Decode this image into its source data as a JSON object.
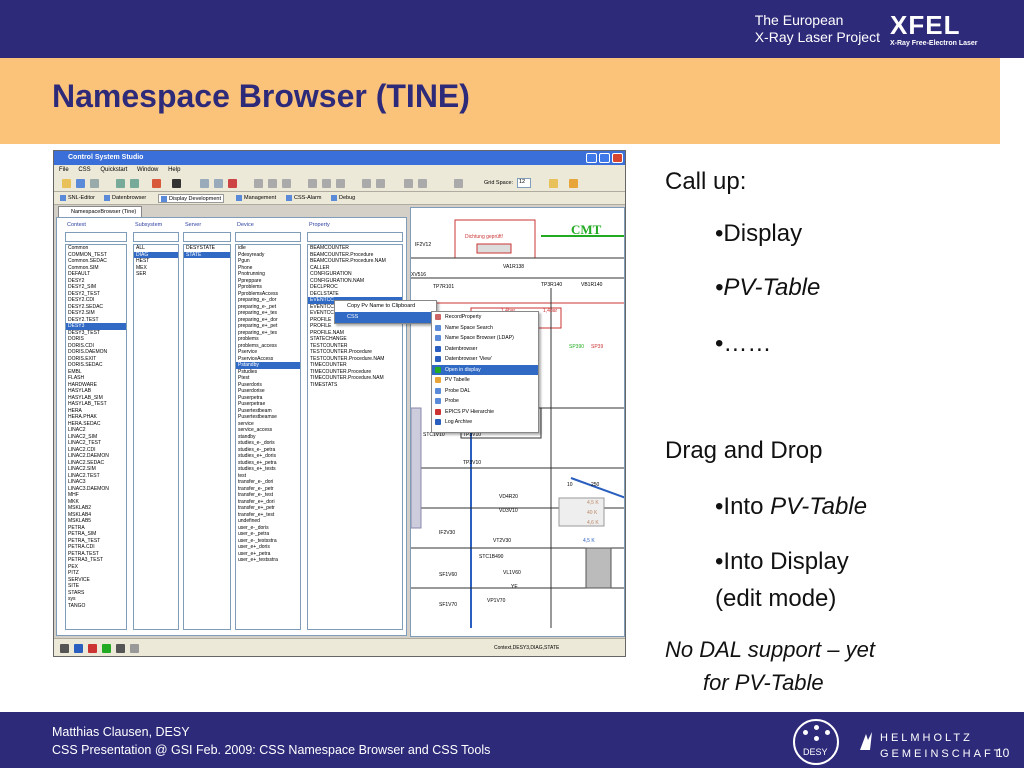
{
  "header": {
    "org_line1": "The European",
    "org_line2": "X-Ray Laser Project",
    "logo_word": "XFEL",
    "logo_sub": "X-Ray Free-Electron Laser",
    "brand_color": "#2e2a7a",
    "title_band_color": "#fbc27a"
  },
  "slide": {
    "title": "Namespace Browser (TINE)"
  },
  "body": {
    "call_up": "Call up:",
    "bullet_display": "•Display",
    "bullet_pv_table": "•PV-Table",
    "bullet_more": "•……",
    "drag_drop": "Drag and Drop",
    "into_prefix": "•Into ",
    "into_pv_table": "PV-Table",
    "into_display": "•Into Display",
    "edit_mode": "(edit mode)",
    "note_line1": "No DAL support – yet",
    "note_line2": "for PV-Table"
  },
  "footer": {
    "author": "Matthias Clausen, DESY",
    "event": "CSS Presentation @ GSI Feb. 2009: CSS Namespace Browser and CSS Tools",
    "desy_label": "DESY",
    "helmholtz_line1": "HELMHOLTZ",
    "helmholtz_line2": "GEMEINSCHAFT",
    "page_number": "10"
  },
  "screenshot": {
    "window_title": "Control System Studio",
    "menu": [
      "File",
      "CSS",
      "Quickstart",
      "Window",
      "Help"
    ],
    "grid_space_label": "Grid Space:",
    "grid_space_value": "12",
    "perspectives": [
      "SNL-Editor",
      "Datenbrowser",
      "Display Development",
      "Management",
      "CSS-Alarm",
      "Debug"
    ],
    "view_tab": "NamespaceBrowser (Tine)",
    "columns": [
      "Context",
      "Subsystem",
      "Server",
      "Device",
      "Property"
    ],
    "contexts": [
      "Common",
      "COMMON_TEST",
      "Common.SEDAC",
      "Common.SIM",
      "DEFAULT",
      "DESY2",
      "DESY2_SIM",
      "DESY2_TEST",
      "DESY2.CDI",
      "DESY2.SEDAC",
      "DESY2.SIM",
      "DESY2.TEST",
      "DESY3",
      "DESY3_TEST",
      "DORIS",
      "DORIS.CDI",
      "DORIS.DAEMON",
      "DORIS.EXIT",
      "DORIS.SEDAC",
      "EMBL",
      "FLASH",
      "HARDWARE",
      "HASYLAB",
      "HASYLAB_SIM",
      "HASYLAB_TEST",
      "HERA",
      "HERA.PHAK",
      "HERA.SEDAC",
      "LINAC2",
      "LINAC2_SIM",
      "LINAC2_TEST",
      "LINAC2.CDI",
      "LINAC2.DAEMON",
      "LINAC2.SEDAC",
      "LINAC2.SIM",
      "LINAC2.TEST",
      "LINAC3",
      "LINAC3.DAEMON",
      "MHF",
      "MKK",
      "MSKLAB2",
      "MSKLAB4",
      "MSKLAB5",
      "PETRA",
      "PETRA_SIM",
      "PETRA_TEST",
      "PETRA.CDI",
      "PETRA.TEST",
      "PETRA3_TEST",
      "PEX",
      "PITZ",
      "SERVICE",
      "SITE",
      "STARS",
      "sys",
      "TANGO"
    ],
    "subsystems": [
      "ALL",
      "DIAG",
      "HEST",
      "MEX",
      "SER"
    ],
    "servers": [
      "DESYSTATE",
      "STATE"
    ],
    "devices": [
      "idle",
      "Pdesyready",
      "Pgun",
      "Phone",
      "Pnotrunning",
      "Ppreppare",
      "Pproblems",
      "PproblemsAccess",
      "preparing_e-_dor",
      "preparing_e-_pet",
      "preparing_e+_tes",
      "preparing_e+_dor",
      "preparing_e+_pet",
      "preparing_e+_tes",
      "problems",
      "problems_access",
      "Pservice",
      "PserviceAccess",
      "Pstandby",
      "Pstudies",
      "Ptest",
      "Puserdoris",
      "Puserdorise",
      "Puserpetra",
      "Puserpetrae",
      "Pusertestbeam",
      "Pusertestbeamse",
      "service",
      "service_access",
      "standby",
      "studies_e-_doris",
      "studies_e-_petra",
      "studies_e+_doris",
      "studies_e+_petra",
      "studies_e+_tests",
      "test",
      "transfer_e-_dori",
      "transfer_e-_petr",
      "transfer_e-_test",
      "transfer_e+_dori",
      "transfer_e+_petr",
      "transfer_e+_test",
      "undefined",
      "user_e-_doris",
      "user_e-_petra",
      "user_e-_testsstra",
      "user_e+_doris",
      "user_e+_petra",
      "user_e+_testsstra"
    ],
    "properties": [
      "BEAMCOUNTER",
      "BEAMCOUNTER.Procedure",
      "BEAMCOUNTER.Procedure.NAM",
      "CALLER",
      "CONFIGURATION",
      "CONFIGURATION.NAM",
      "DECLPROC",
      "DECLSTATE",
      "EVENTCC",
      "EVENTCC",
      "EVENTCC",
      "PROFILE",
      "PROFILE",
      "PROFILE.NAM",
      "STATECHANGE",
      "TESTCOUNTER",
      "TESTCOUNTER.Procedure",
      "TESTCOUNTER.Procedure.NAM",
      "TIMECOUNTER",
      "TIMECOUNTER.Procedure",
      "TIMECOUNTER.Procedure.NAM",
      "TIMESTATS"
    ],
    "context_menu_1": [
      "Copy Pv Name to Clipboard",
      "CSS"
    ],
    "context_menu_2": [
      "RecordProperty",
      "Name Space Search",
      "Name Space Browser (LDAP)",
      "Datenbrowser",
      "Datenbrowser 'View'",
      "Open in display",
      "PV Tabelle",
      "Probe DAL",
      "Probe",
      "EPICS PV Hierarchie",
      "Log Archive"
    ],
    "status": "Context,DESY3,DIAG,STATE",
    "display_labels": [
      "CMT",
      "Dichtung geprüft!",
      "IF2V12",
      "XV516",
      "TP7R101",
      "VA1R138",
      "TP3R140",
      "VB1R140",
      "STC1V10",
      "TP3V10",
      "TP3V10",
      "VD4R20",
      "VD3V10",
      "IF2V30",
      "VT2V30",
      "STC1B490",
      "SF1V60",
      "VL1V60",
      "SF1V70",
      "VP1V70",
      "SP390",
      "SP39",
      "YE",
      "4,5 K",
      "40 K",
      "4,6 K",
      "4,5 K",
      "10",
      "250",
      "1,4bar",
      "1,4bar"
    ]
  }
}
